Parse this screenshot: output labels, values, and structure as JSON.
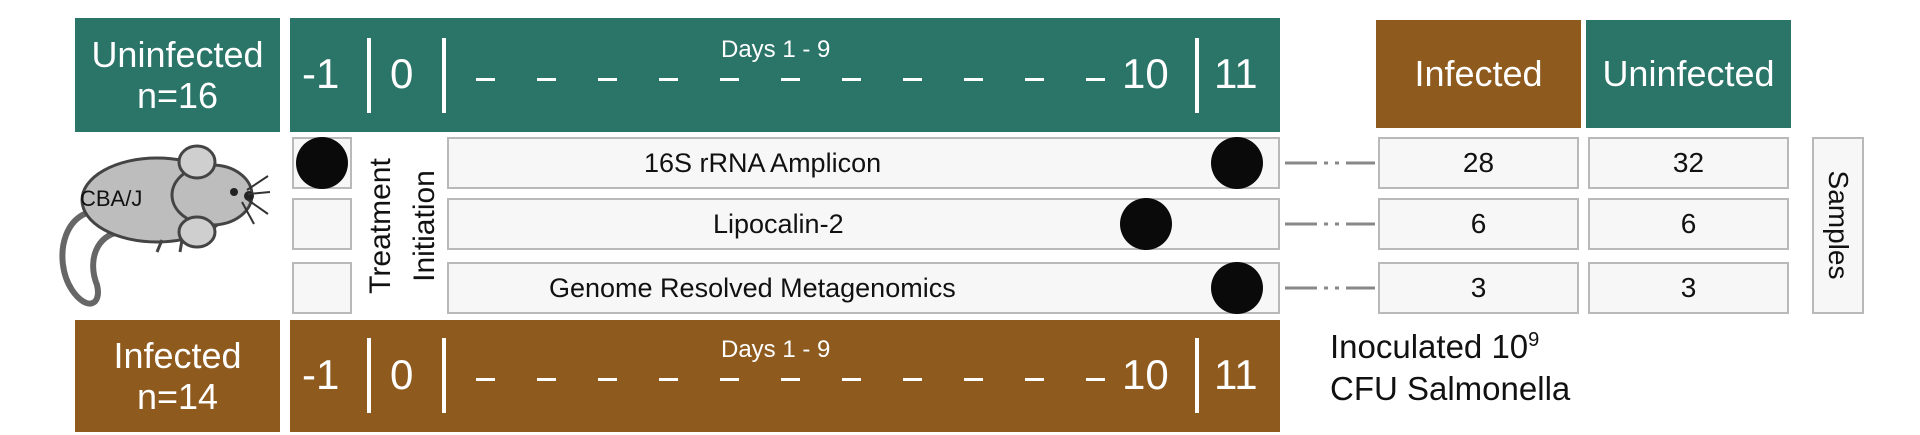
{
  "groups": {
    "uninfected": {
      "name": "Uninfected",
      "n": "n=16"
    },
    "infected": {
      "name": "Infected",
      "n": "n=14"
    }
  },
  "timeline": {
    "day_minus1": "-1",
    "day0": "0",
    "days_range": "Days 1 - 9",
    "day10": "10",
    "day11": "11"
  },
  "mouse": {
    "strain": "CBA/J"
  },
  "treatment": {
    "line1": "Treatment",
    "line2": "Initiation"
  },
  "assays": [
    {
      "name": "16S rRNA Amplicon"
    },
    {
      "name": "Lipocalin-2"
    },
    {
      "name": "Genome Resolved Metagenomics"
    }
  ],
  "samples_table": {
    "header_infected": "Infected",
    "header_uninfected": "Uninfected",
    "side_label": "Samples",
    "rows": [
      {
        "infected": "28",
        "uninfected": "32"
      },
      {
        "infected": "6",
        "uninfected": "6"
      },
      {
        "infected": "3",
        "uninfected": "3"
      }
    ]
  },
  "inoculation": {
    "line1_text": "Inoculated 10",
    "line1_sup": "9",
    "line2": "CFU Salmonella"
  },
  "colors": {
    "uninfected": "#2a7468",
    "infected": "#8e5a1e",
    "dot": "#0a0a0a",
    "box_border": "#b9b9b9"
  }
}
